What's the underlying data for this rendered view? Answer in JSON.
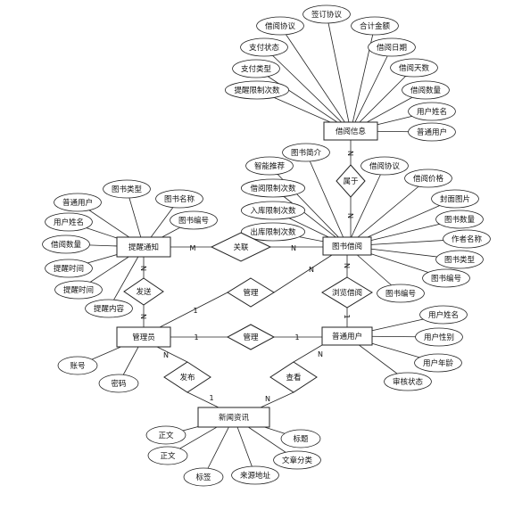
{
  "entities": [
    {
      "id": "jyxx",
      "label": "借阅信息"
    },
    {
      "id": "tstx",
      "label": "提醒通知"
    },
    {
      "id": "tsjy",
      "label": "图书借阅"
    },
    {
      "id": "gly",
      "label": "管理员"
    },
    {
      "id": "ptyh",
      "label": "普通用户"
    },
    {
      "id": "xwzx",
      "label": "新闻资讯"
    }
  ],
  "relationships": [
    {
      "id": "shuyu",
      "label": "属于"
    },
    {
      "id": "guanlian",
      "label": "关联"
    },
    {
      "id": "fasong",
      "label": "发送"
    },
    {
      "id": "guanli1",
      "label": "管理"
    },
    {
      "id": "llje",
      "label": "浏览借阅"
    },
    {
      "id": "guanli2",
      "label": "管理"
    },
    {
      "id": "fabu",
      "label": "发布"
    },
    {
      "id": "chakan",
      "label": "查看"
    }
  ],
  "attributes": {
    "jyxx": [
      "借阅协议",
      "签订协议",
      "合计金额",
      "支付状态",
      "借阅日期",
      "支付类型",
      "借阅天数",
      "提醒限制次数",
      "借阅数量",
      "用户姓名",
      "普通用户"
    ],
    "tsjy": [
      "图书简介",
      "借阅协议",
      "智能推荐",
      "借阅价格",
      "借阅限制次数",
      "封面图片",
      "入库限制次数",
      "图书数量",
      "出库限制次数",
      "作者名称",
      "图书类型",
      "图书编号",
      "图书编号"
    ],
    "tstx": [
      "图书类型",
      "图书名称",
      "普通用户",
      "图书编号",
      "用户姓名",
      "借阅数量",
      "提醒时间",
      "提醒时间",
      "提醒内容"
    ],
    "ptyh": [
      "用户姓名",
      "用户性别",
      "用户年龄",
      "审核状态"
    ],
    "gly": [
      "账号",
      "密码"
    ],
    "xwzx": [
      "正文",
      "标题",
      "正文",
      "文章分类",
      "标签",
      "来源地址"
    ]
  },
  "cardinalities": [
    {
      "id": "c1",
      "label": "N"
    },
    {
      "id": "c2",
      "label": "N"
    },
    {
      "id": "c3",
      "label": "M"
    },
    {
      "id": "c4",
      "label": "N"
    },
    {
      "id": "c5",
      "label": "N"
    },
    {
      "id": "c6",
      "label": "N"
    },
    {
      "id": "c7",
      "label": "1"
    },
    {
      "id": "c8",
      "label": "N"
    },
    {
      "id": "c9",
      "label": "N"
    },
    {
      "id": "c10",
      "label": "1"
    },
    {
      "id": "c11",
      "label": "1"
    },
    {
      "id": "c12",
      "label": "1"
    },
    {
      "id": "c13",
      "label": "N"
    },
    {
      "id": "c14",
      "label": "1"
    },
    {
      "id": "c15",
      "label": "N"
    },
    {
      "id": "c16",
      "label": "N"
    },
    {
      "id": "c17",
      "label": "1"
    }
  ]
}
